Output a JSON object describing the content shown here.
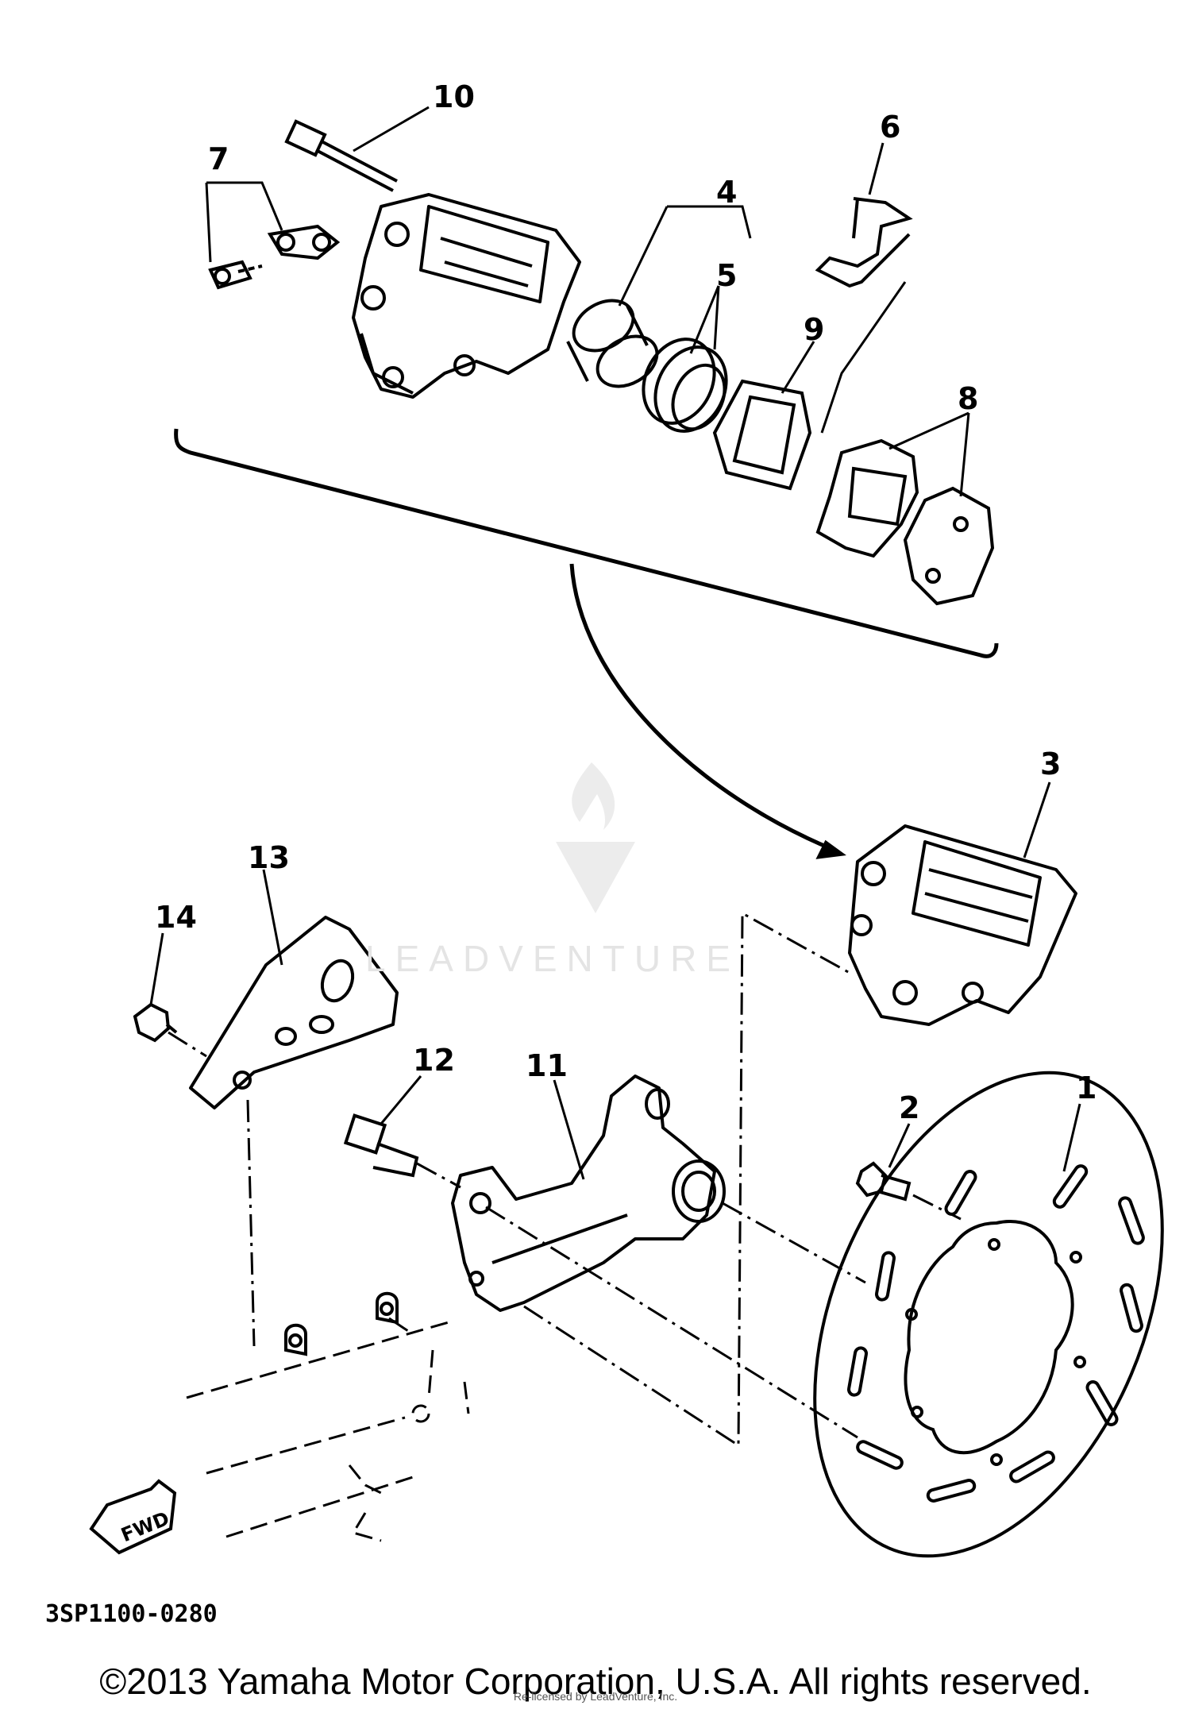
{
  "diagram": {
    "code": "3SP1100-0280",
    "fwd_label": "FWD",
    "part_labels": [
      "10",
      "7",
      "6",
      "4",
      "5",
      "9",
      "8",
      "3",
      "13",
      "14",
      "12",
      "11",
      "2",
      "1"
    ]
  },
  "watermark": {
    "text": "LEADVENTURE",
    "licensed": "Re-licensed by LeadVenture, Inc."
  },
  "footer": {
    "copyright": "©2013 Yamaha Motor Corporation, U.S.A. All rights reserved."
  },
  "colors": {
    "line": "#000000",
    "background": "#ffffff",
    "watermark": "#e4e4e4"
  }
}
